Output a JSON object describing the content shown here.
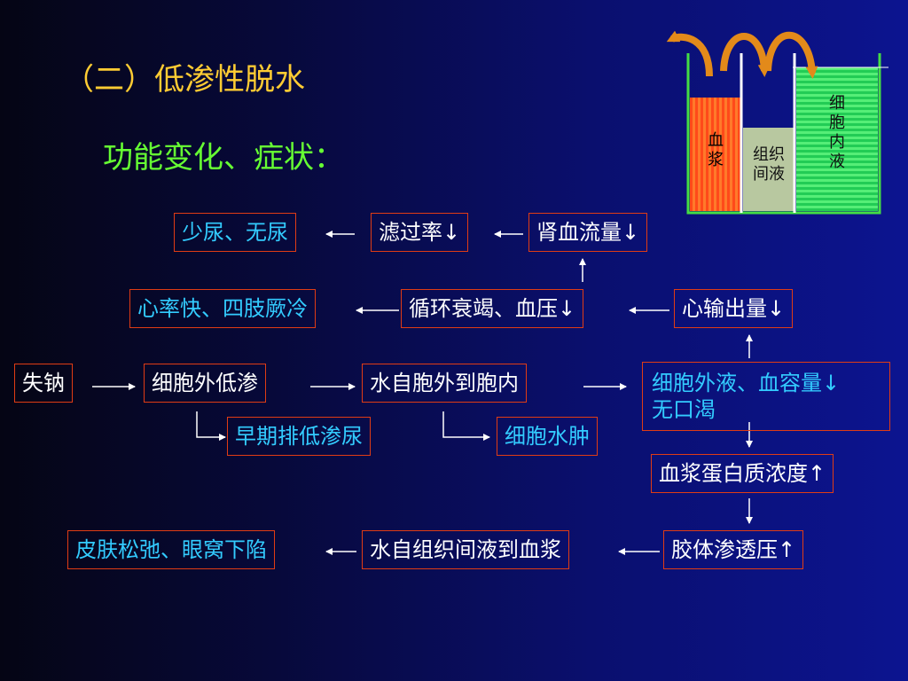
{
  "title": "（二）低渗性脱水",
  "subtitle": "功能变化、症状：",
  "boxes": {
    "oliguria": "少尿、无尿",
    "gfr": "滤过率↓",
    "renal_flow": "肾血流量↓",
    "tachy": "心率快、四肢厥冷",
    "circ_failure": "循环衰竭、血压↓",
    "cardiac_output": "心输出量↓",
    "na_loss": "失钠",
    "hypo_extra": "细胞外低渗",
    "water_in": "水自胞外到胞内",
    "ecf_line1": "细胞外液、血容量↓",
    "ecf_line2": "无口渴",
    "early_urine": "早期排低渗尿",
    "cell_edema": "细胞水肿",
    "protein": "血浆蛋白质浓度↑",
    "skin": "皮肤松弛、眼窝下陷",
    "water_plasma": "水自组织间液到血浆",
    "oncotic": "胶体渗透压↑"
  },
  "beaker": {
    "plasma": "血浆",
    "interstitial_1": "组织",
    "interstitial_2": "间液",
    "intracellular": "细胞内液"
  },
  "colors": {
    "title": "#ffcc33",
    "subtitle": "#66ff33",
    "box_border": "#e03c14",
    "cyan_text": "#33ccff",
    "arrow_orange": "#e38a1a"
  }
}
